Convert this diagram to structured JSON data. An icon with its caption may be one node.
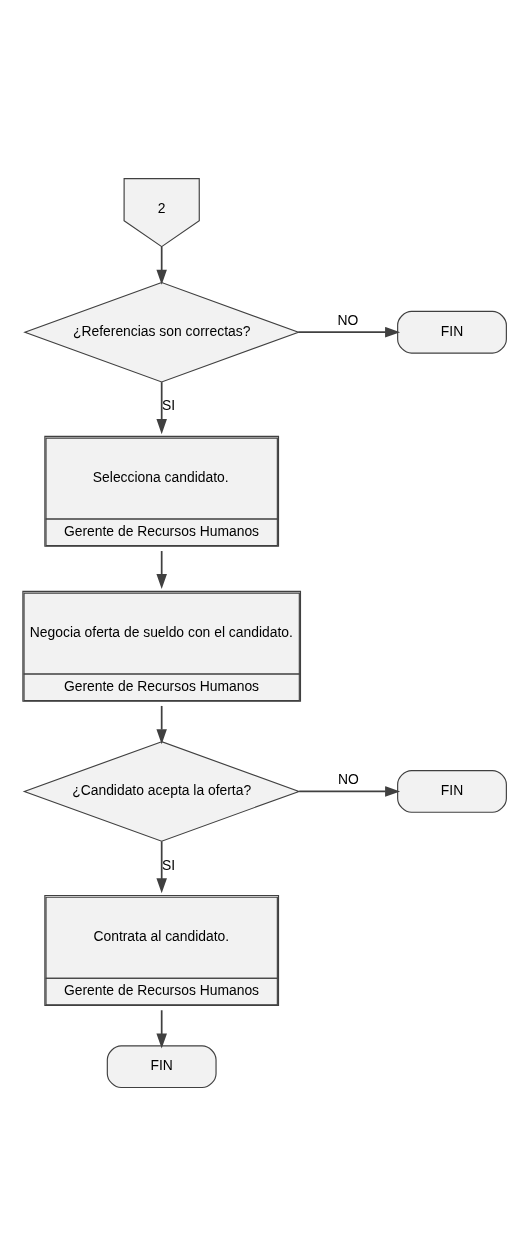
{
  "diagram": {
    "nodes": [
      {
        "text": [
          "2"
        ]
      },
      {
        "text": [
          "¿Referencias son correctas?"
        ]
      },
      {
        "text": [
          "FIN"
        ]
      },
      {
        "text": [
          "Selecciona candidato.",
          "Gerente de Recursos Humanos"
        ]
      },
      {
        "text": [
          "Negocia oferta de sueldo con el candidato.",
          "Gerente de Recursos Humanos"
        ]
      },
      {
        "text": [
          "¿Candidato acepta la oferta?"
        ]
      },
      {
        "text": [
          "FIN"
        ]
      },
      {
        "text": [
          "Contrata al candidato.",
          "Gerente de Recursos Humanos"
        ]
      },
      {
        "text": [
          "FIN"
        ]
      }
    ],
    "edges": [
      {
        "from": 0,
        "to": 1,
        "arrow": "to"
      },
      {
        "from": 1,
        "to": 2,
        "arrow": "to",
        "label": "NO"
      },
      {
        "from": 1,
        "to": 3,
        "arrow": "to",
        "label": "SI"
      },
      {
        "from": 3,
        "to": 4,
        "arrow": "to"
      },
      {
        "from": 4,
        "to": 5,
        "arrow": "to"
      },
      {
        "from": 5,
        "to": 6,
        "arrow": "to",
        "label": "NO"
      },
      {
        "from": 5,
        "to": 7,
        "arrow": "to",
        "label": "SI"
      },
      {
        "from": 7,
        "to": 8,
        "arrow": "to"
      }
    ]
  }
}
